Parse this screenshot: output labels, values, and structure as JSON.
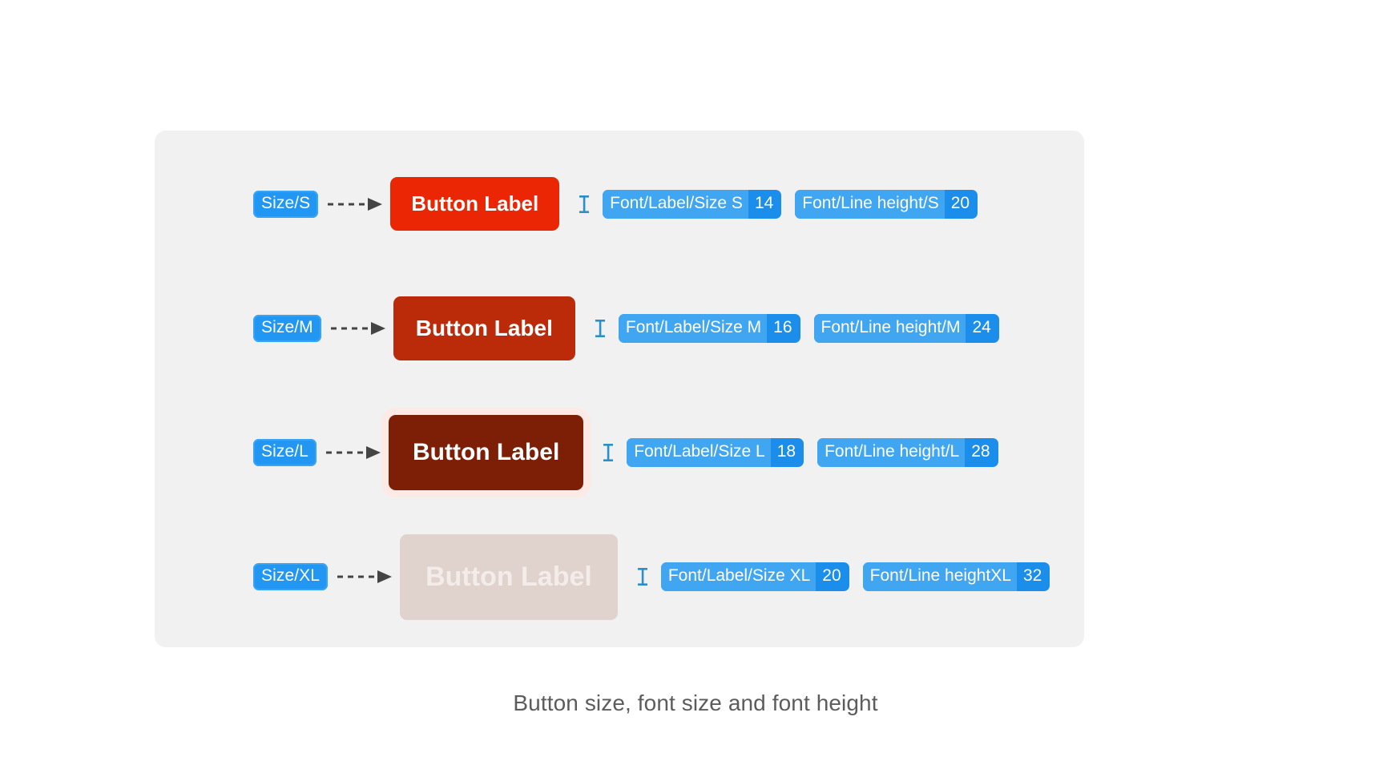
{
  "caption": "Button size, font size and font height",
  "colors": {
    "panel_background": "#f1f1f1",
    "chip_blue": "#1b8eeb",
    "chip_name_blue": "#41a6f2",
    "size_pill_blue": "#2196f3",
    "ibeam_icon": "#2b8fc9",
    "arrow": "#444444",
    "caption_text": "#5c5c5c"
  },
  "rows": [
    {
      "size_label": "Size/S",
      "button_label": "Button Label",
      "button_color": "#ea2605",
      "font_size_token": {
        "name": "Font/Label/Size S",
        "value": "14"
      },
      "line_height_token": {
        "name": "Font/Line height/S",
        "value": "20"
      }
    },
    {
      "size_label": "Size/M",
      "button_label": "Button Label",
      "button_color": "#bb2a09",
      "font_size_token": {
        "name": "Font/Label/Size M",
        "value": "16"
      },
      "line_height_token": {
        "name": "Font/Line height/M",
        "value": "24"
      }
    },
    {
      "size_label": "Size/L",
      "button_label": "Button Label",
      "button_color": "#7d1e06",
      "font_size_token": {
        "name": "Font/Label/Size L",
        "value": "18"
      },
      "line_height_token": {
        "name": "Font/Line height/L",
        "value": "28"
      }
    },
    {
      "size_label": "Size/XL",
      "button_label": "Button Label",
      "button_color": "#e0d2cd",
      "font_size_token": {
        "name": "Font/Label/Size XL",
        "value": "20"
      },
      "line_height_token": {
        "name": "Font/Line heightXL",
        "value": "32"
      }
    }
  ]
}
